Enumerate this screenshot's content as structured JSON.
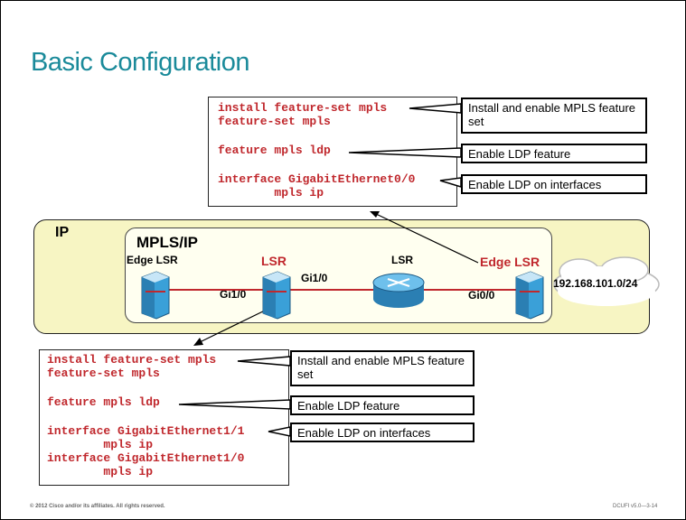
{
  "title": "Basic Configuration",
  "top_config": {
    "code": [
      "install feature-set mpls",
      "feature-set mpls",
      "",
      "feature mpls ldp",
      "",
      "interface GigabitEthernet0/0",
      "        mpls ip"
    ],
    "callouts": [
      "Install and enable MPLS feature set",
      "Enable LDP feature",
      "Enable LDP on interfaces"
    ]
  },
  "bottom_config": {
    "code": [
      "install feature-set mpls",
      "feature-set mpls",
      "",
      "feature mpls ldp",
      "",
      "interface GigabitEthernet1/1",
      "        mpls ip",
      "interface GigabitEthernet1/0",
      "        mpls ip"
    ],
    "callouts": [
      "Install and enable MPLS feature set",
      "Enable LDP feature",
      "Enable LDP on interfaces"
    ]
  },
  "network": {
    "ip_label": "IP",
    "mpls_label": "MPLS/IP",
    "edge_lsr_left": "Edge LSR",
    "lsr_left": "LSR",
    "lsr_middle": "LSR",
    "edge_lsr_right": "Edge LSR",
    "gi1_0_left": "Gi1/0",
    "gi1_0_right": "Gi1/0",
    "gi0_0": "Gi0/0",
    "subnet": "192.168.101.0/24"
  },
  "footer": {
    "copyright": "© 2012 Cisco and/or its affiliates. All rights reserved.",
    "course": "DCUFI v5.0—3-14"
  },
  "colors": {
    "title": "#1a8a9a",
    "code": "#c0282d",
    "ip_region": "#f7f5c3",
    "link": "#c0282d",
    "device": "#3aa0d8"
  }
}
